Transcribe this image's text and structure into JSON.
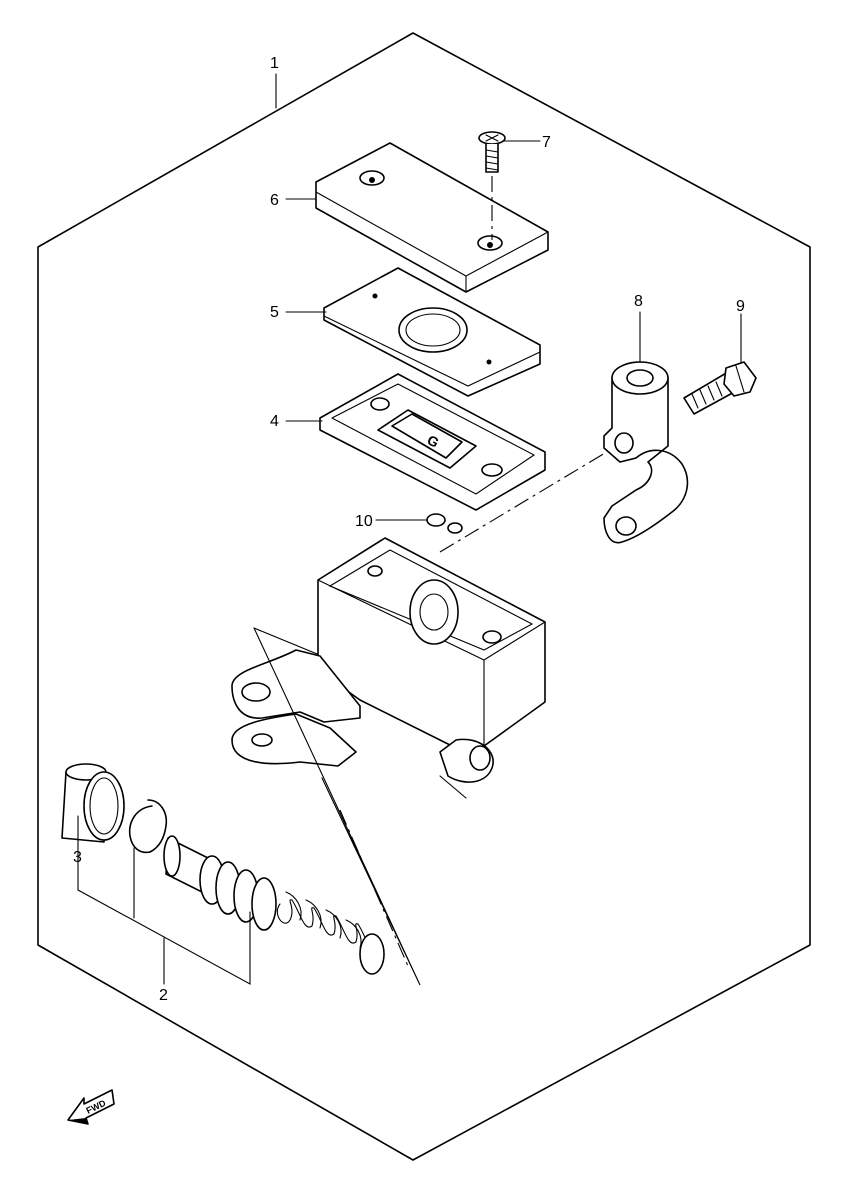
{
  "diagram": {
    "callouts": [
      {
        "id": "1",
        "text": "1"
      },
      {
        "id": "2",
        "text": "2"
      },
      {
        "id": "3",
        "text": "3"
      },
      {
        "id": "4",
        "text": "4"
      },
      {
        "id": "5",
        "text": "5"
      },
      {
        "id": "6",
        "text": "6"
      },
      {
        "id": "7",
        "text": "7"
      },
      {
        "id": "8",
        "text": "8"
      },
      {
        "id": "9",
        "text": "9"
      },
      {
        "id": "10",
        "text": "10"
      }
    ],
    "direction_badge": {
      "text": "FWD",
      "icon": "fwd-arrow-icon"
    },
    "colors": {
      "line": "#000000",
      "background": "#ffffff"
    }
  }
}
